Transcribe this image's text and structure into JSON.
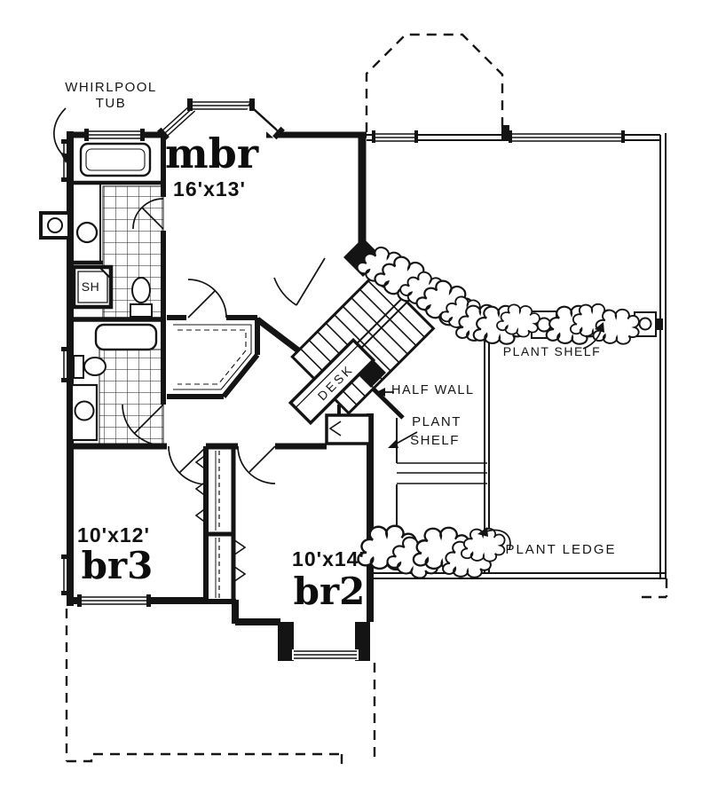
{
  "plan": {
    "paper_color": "#ffffff",
    "ink_color": "#141414",
    "rooms": {
      "master_bedroom": {
        "name": "mbr",
        "dims": "16'x13'"
      },
      "bedroom2": {
        "name": "br2",
        "dims": "10'x14'"
      },
      "bedroom3": {
        "name": "br3",
        "dims": "10'x12'"
      }
    },
    "labels": {
      "whirlpool_line1": "WHIRLPOOL",
      "whirlpool_line2": "TUB",
      "shower": "SH",
      "desk": "DESK",
      "half_wall": "HALF WALL",
      "plant_shelf_stairs": "PLANT SHELF",
      "plant_mid_line1": "PLANT",
      "plant_mid_line2": "SHELF",
      "plant_ledge": "PLANT LEDGE"
    }
  }
}
